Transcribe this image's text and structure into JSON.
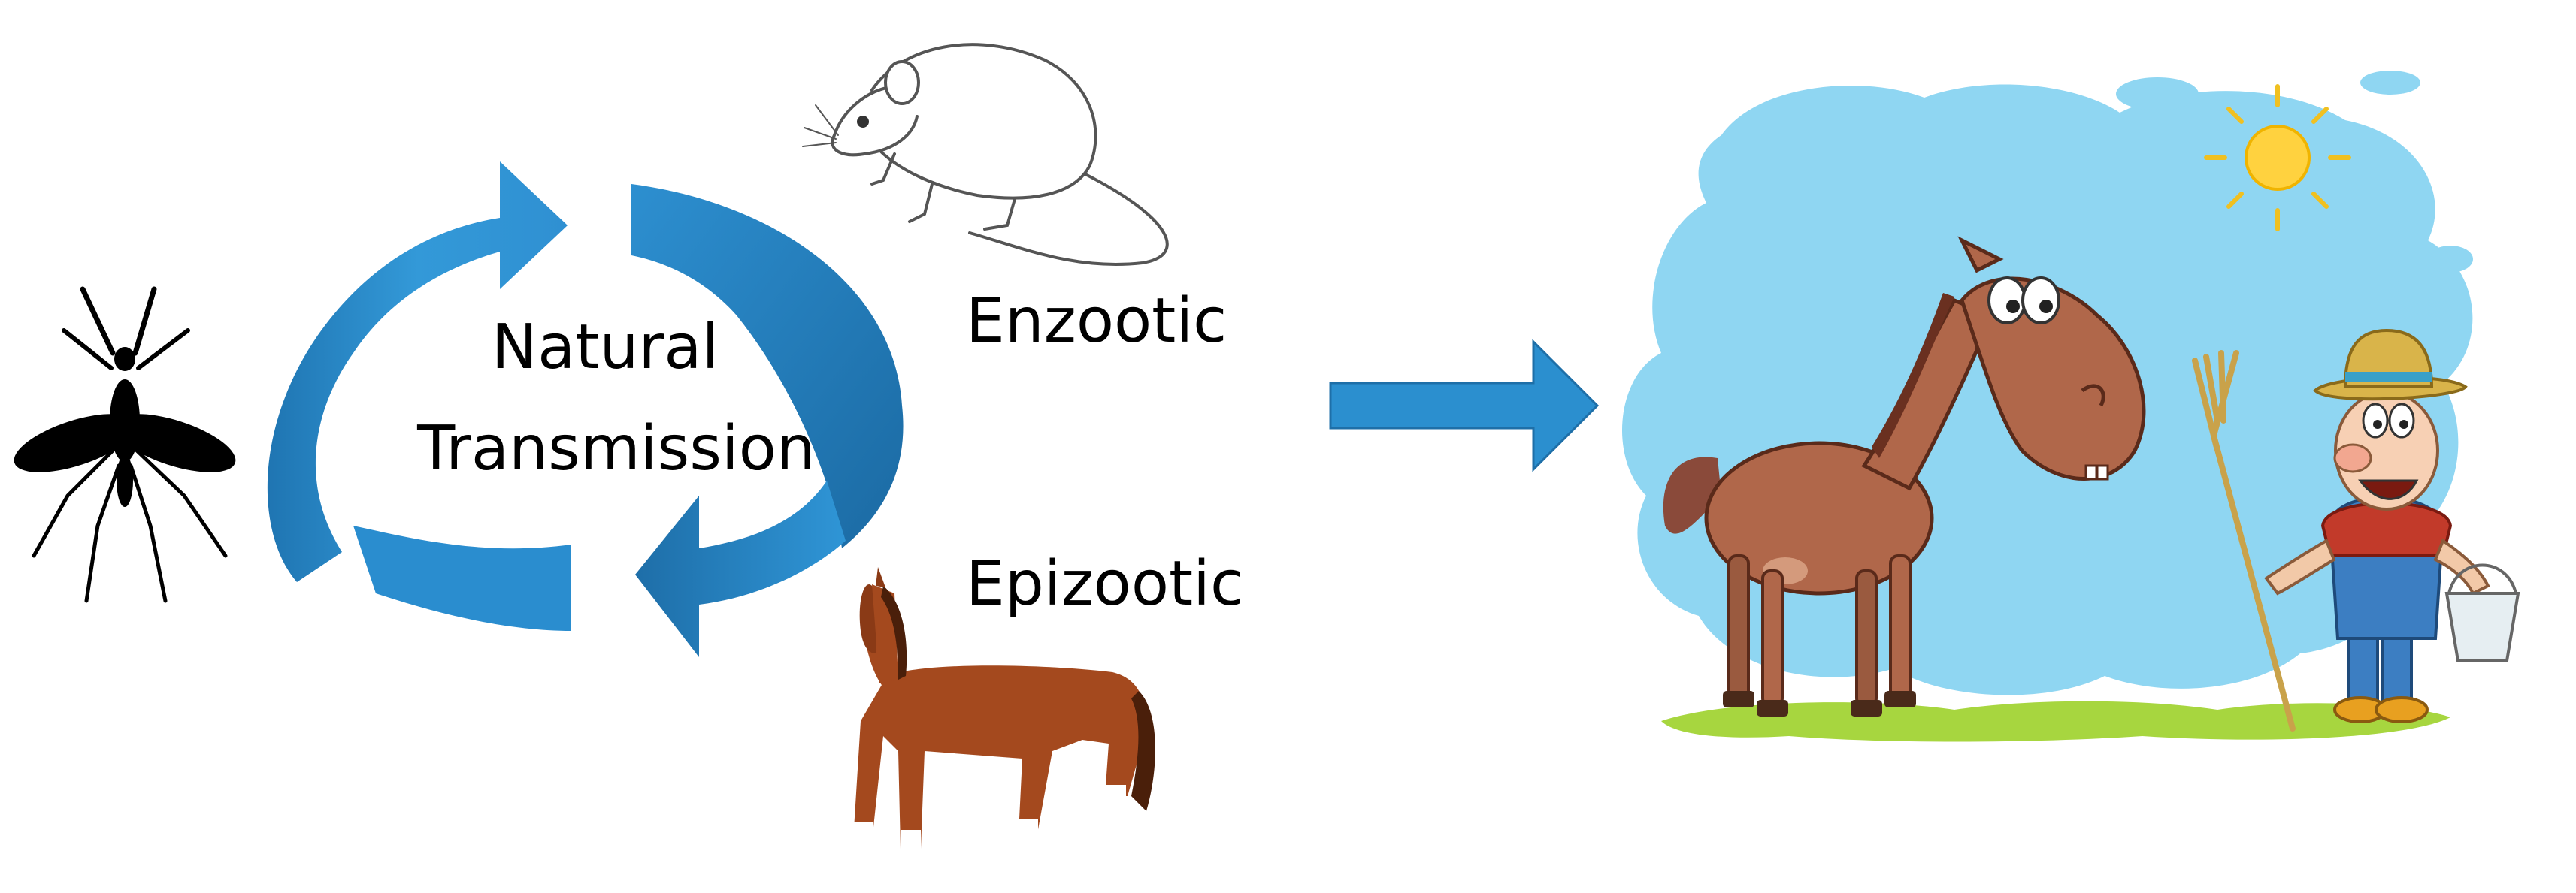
{
  "labels": {
    "cycle_line1": "Natural",
    "cycle_line2": "Transmission",
    "enzootic": "Enzootic",
    "epizootic": "Epizootic"
  },
  "illustrations": {
    "vector": "mosquito-icon",
    "reservoir_host": "rodent-icon",
    "amplifying_host": "horse-icon",
    "spillover_scene": "horse-and-farmer-cartoon",
    "sun": "sun-icon"
  },
  "colors": {
    "arrow_blue": "#2b8fcf",
    "arrow_blue_dark": "#1e6fa8",
    "sky_blue": "#8fd6f2",
    "grass_green": "#a7d63f",
    "horse_brown": "#b0674a",
    "sun_yellow": "#ffd23f"
  }
}
